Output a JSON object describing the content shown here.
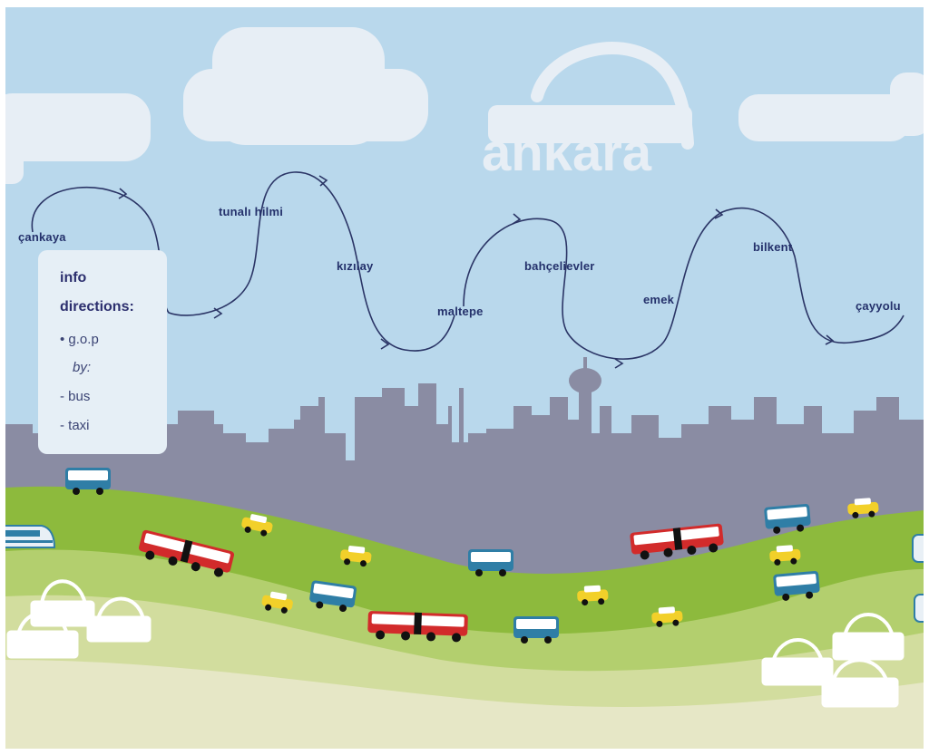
{
  "logo": {
    "text": "ankara"
  },
  "route": {
    "stops": [
      {
        "id": "cankaya",
        "label": "çankaya"
      },
      {
        "id": "tunali-hilmi",
        "label": "tunalı hilmi"
      },
      {
        "id": "kizilay",
        "label": "kızılay"
      },
      {
        "id": "maltepe",
        "label": "maltepe"
      },
      {
        "id": "bahcelievler",
        "label": "bahçelievler"
      },
      {
        "id": "emek",
        "label": "emek"
      },
      {
        "id": "bilkent",
        "label": "bilkent"
      },
      {
        "id": "cayyolu",
        "label": "çayyolu"
      }
    ]
  },
  "info": {
    "title": "info",
    "heading": "directions:",
    "items": [
      "• g.o.p",
      "by:",
      "- bus",
      "- taxi"
    ]
  },
  "colors": {
    "sky": "#b9d8ec",
    "cloud": "#e7eef5",
    "skyline": "#8a8ca3",
    "hill_dark": "#8dba3d",
    "hill_mid": "#b3cf6e",
    "hill_light": "#d2dd9e",
    "ground": "#e6e7c6",
    "bus_blue": "#2f7ea6",
    "bus_red": "#d22b2b",
    "taxi": "#f2d02a",
    "route_line": "#2b3566",
    "label": "#24316b"
  },
  "vehicles": [
    {
      "type": "blue-bus"
    },
    {
      "type": "train"
    },
    {
      "type": "red-bus"
    },
    {
      "type": "taxi"
    },
    {
      "type": "taxi"
    },
    {
      "type": "blue-bus"
    },
    {
      "type": "taxi"
    },
    {
      "type": "blue-bus"
    },
    {
      "type": "red-bus"
    },
    {
      "type": "blue-bus"
    },
    {
      "type": "taxi"
    },
    {
      "type": "red-bus"
    },
    {
      "type": "blue-bus"
    },
    {
      "type": "taxi"
    },
    {
      "type": "taxi"
    },
    {
      "type": "blue-bus"
    },
    {
      "type": "taxi"
    },
    {
      "type": "blue-bus"
    },
    {
      "type": "train"
    }
  ],
  "icons": [
    "cloud-icon",
    "arch-icon",
    "tv-tower-icon",
    "minaret-icon",
    "basket-icon"
  ]
}
